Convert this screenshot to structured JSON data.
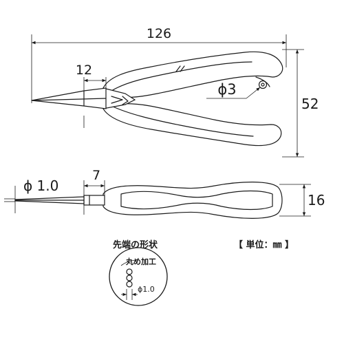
{
  "dimensions": {
    "total_length": "126",
    "jaw_width": "12",
    "spring_hole": "ϕ3",
    "height": "52",
    "tip_diameter": "ϕ 1.0",
    "tip_length": "7",
    "thickness": "16"
  },
  "tip_section": {
    "title": "先端の形状",
    "processing_label": "丸め加工",
    "inset_diameter": "ϕ1.0"
  },
  "unit_note": "【 単位：㎜ 】"
}
